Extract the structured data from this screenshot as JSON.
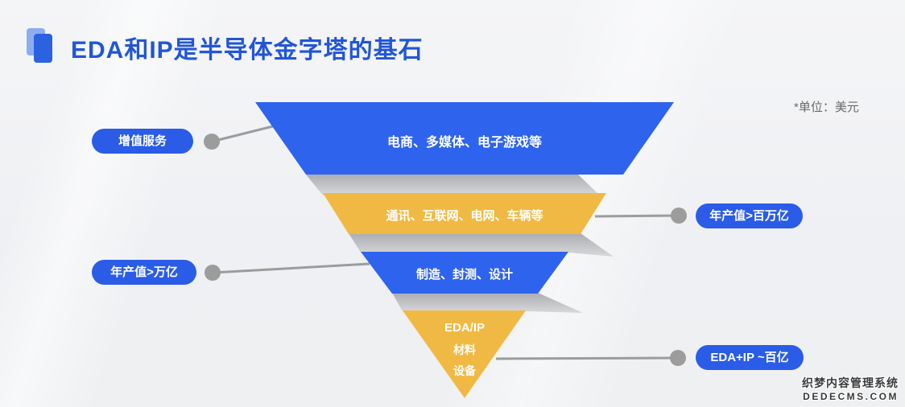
{
  "title": {
    "text": "EDA和IP是半导体金字塔的基石"
  },
  "unit_note": "*单位：美元",
  "funnel": {
    "layers": [
      {
        "label": "电商、多媒体、电子游戏等",
        "color": "#2e63ee"
      },
      {
        "label": "通讯、互联网、电网、车辆等",
        "color": "#f0b943"
      },
      {
        "label": "制造、封测、设计",
        "color": "#2e63ee"
      },
      {
        "color": "#f0b943",
        "lines": [
          "EDA/IP",
          "材料",
          "设备"
        ]
      }
    ]
  },
  "callouts": {
    "left": [
      {
        "label": "增值服务"
      },
      {
        "label": "年产值>万亿"
      }
    ],
    "right": [
      {
        "label": "年产值>百万亿"
      },
      {
        "label": "EDA+IP ~百亿"
      }
    ]
  },
  "watermark": {
    "line1": "织梦内容管理系统",
    "line2": "DEDECMS.COM"
  },
  "colors": {
    "layer_blue": "#2e63ee",
    "layer_yellow": "#f0b943",
    "pill_blue": "#2a5ce8",
    "title_blue": "#2156d6",
    "connector_gray": "#9c9c9c",
    "shadow_gray": "#b0b1b5",
    "background": "#f0f1f4"
  }
}
